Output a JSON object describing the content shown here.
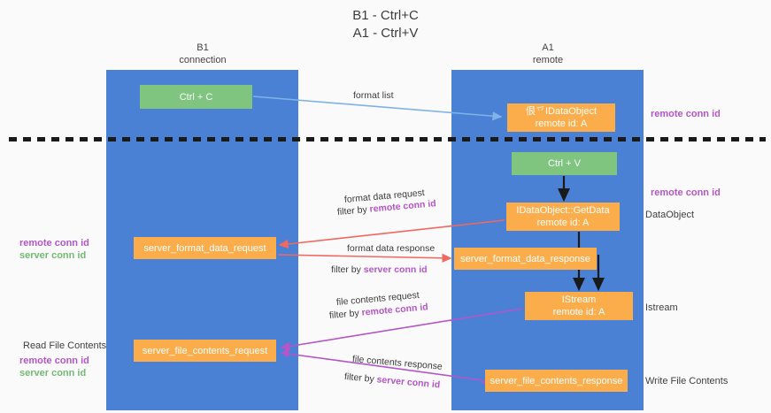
{
  "title": {
    "line1": "B1 - Ctrl+C",
    "line2": "A1 - Ctrl+V"
  },
  "lanes": [
    {
      "id": "b1",
      "name": "B1",
      "role": "connection"
    },
    {
      "id": "a1",
      "name": "A1",
      "role": "remote"
    }
  ],
  "nodes": {
    "ctrl_c": {
      "label": "Ctrl + C",
      "color": "#7fc47f"
    },
    "ctrl_v": {
      "label": "Ctrl + V",
      "color": "#7fc47f"
    },
    "idataobject": {
      "line1": "佷乊IDataObject",
      "line2": "remote id: A",
      "color": "#fbad4b"
    },
    "getdata": {
      "line1": "IDataObject::GetData",
      "line2": "remote id: A",
      "color": "#fbad4b"
    },
    "istream": {
      "line1": "IStream",
      "line2": "remote id: A",
      "color": "#fbad4b"
    },
    "server_format_data_request": {
      "label": "server_format_data_request",
      "color": "#fbad4b"
    },
    "server_format_data_response": {
      "label": "server_format_data_response",
      "color": "#fbad4b"
    },
    "server_file_contents_request": {
      "label": "server_file_contents_request",
      "color": "#fbad4b"
    },
    "server_file_contents_response": {
      "label": "server_file_contents_response",
      "color": "#fbad4b"
    }
  },
  "edges": {
    "format_list": "format list",
    "format_data_request": "format data request",
    "format_data_request_filter_prefix": "filter by ",
    "format_data_request_filter_key": "remote conn id",
    "format_data_response": "format data response",
    "format_data_response_filter_prefix": "filter by ",
    "format_data_response_filter_key": "server conn id",
    "file_contents_request": "file contents request",
    "file_contents_request_filter_prefix": "filter by ",
    "file_contents_request_filter_key": "remote conn id",
    "file_contents_response": "file contents response",
    "file_contents_response_filter_prefix": "filter by ",
    "file_contents_response_filter_key": "server conn id"
  },
  "annotations": {
    "right_remote_conn_id_top": "remote conn id",
    "right_remote_conn_id_mid": "remote conn id",
    "right_dataobject": "DataObject",
    "right_istream": "Istream",
    "right_write_file_contents": "Write File Contents",
    "left_remote_conn_id": "remote conn id",
    "left_server_conn_id": "server conn id",
    "left_read_file_contents": "Read File Contents",
    "left_remote_conn_id_2": "remote conn id",
    "left_server_conn_id_2": "server conn id"
  },
  "colors": {
    "lane": "#4a81d4",
    "green_node": "#7fc47f",
    "orange_node": "#fbad4b",
    "purple_text": "#b455c8",
    "green_text": "#72bb72",
    "red_arrow": "#f0685f",
    "blue_arrow": "#7fb2e5",
    "purple_arrow": "#b455c8",
    "black_arrow": "#1a1a1a",
    "divider": "#1a1a1a"
  }
}
